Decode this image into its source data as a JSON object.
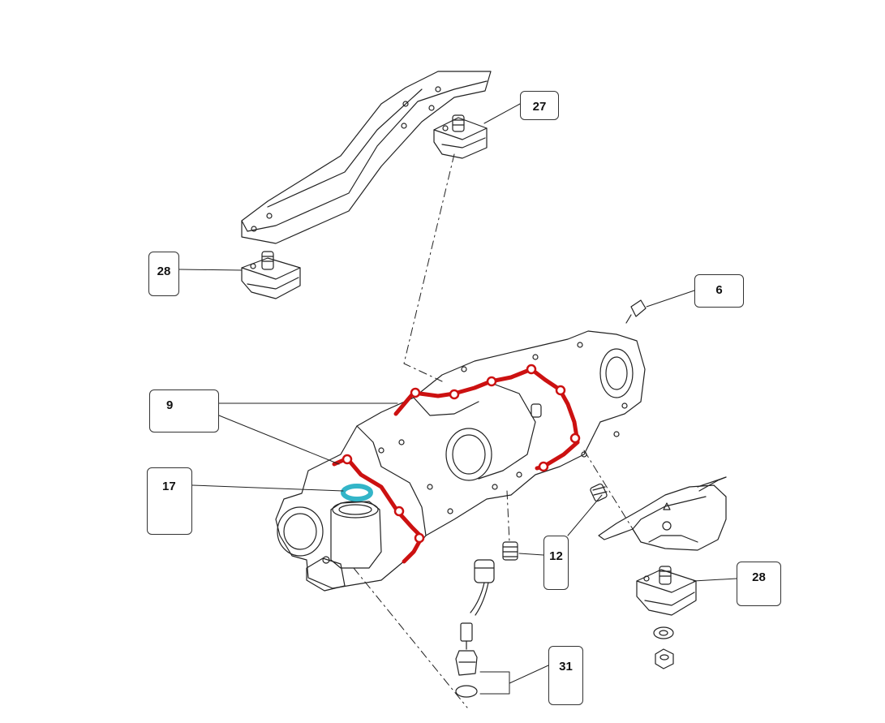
{
  "callouts": {
    "c27": "27",
    "c28_top": "28",
    "c6": "6",
    "c9": "9",
    "c17": "17",
    "c12": "12",
    "c28_bottom": "28",
    "c31": "31"
  },
  "colors": {
    "line": "#222222",
    "gasket_highlight": "#cc1111",
    "washer_highlight": "#33b5c8"
  }
}
